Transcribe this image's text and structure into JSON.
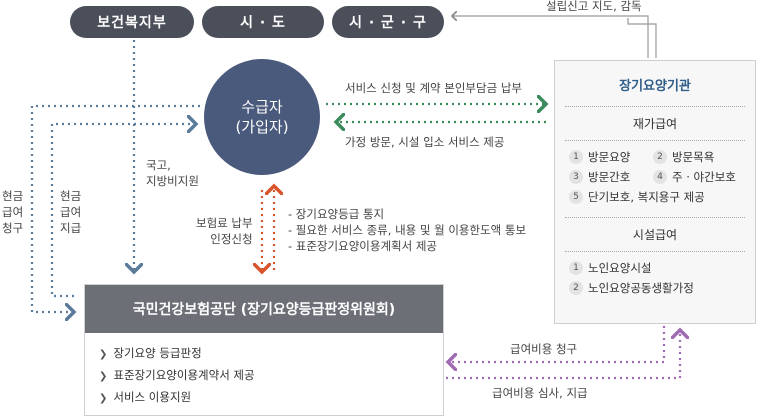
{
  "agencies": [
    "보건복지부",
    "시 · 도",
    "시 · 군 · 구"
  ],
  "beneficiary": {
    "line1": "수급자",
    "line2": "(가입자)"
  },
  "provider": {
    "title": "장기요양기관",
    "home_care_title": "재가급여",
    "home_care_items": [
      {
        "num": "1",
        "label": "방문요양"
      },
      {
        "num": "2",
        "label": "방문목욕"
      },
      {
        "num": "3",
        "label": "방문간호"
      },
      {
        "num": "4",
        "label": "주 · 야간보호"
      },
      {
        "num": "5",
        "label": "단기보호, 복지용구 제공"
      }
    ],
    "facility_title": "시설급여",
    "facility_items": [
      {
        "num": "1",
        "label": "노인요양시설"
      },
      {
        "num": "2",
        "label": "노인요양공동생활가정"
      }
    ]
  },
  "nhis": {
    "title": "국민건강보험공단 (장기요양등급판정위원회)",
    "items": [
      "장기요양 등급판정",
      "표준장기요양이용계약서 제공",
      "서비스 이용지원"
    ]
  },
  "flows": {
    "oversight": "설립신고 지도, 감독",
    "service_request": "서비스 신청 및 계약 본인부담금 납부",
    "service_provide": "가정 방문, 시설 입소 서비스 제공",
    "subsidy": [
      "국고,",
      "지방비지원"
    ],
    "premium": [
      "보험료 납부",
      "인정신청"
    ],
    "notices": [
      "- 장기요양등급 통지",
      "- 필요한 서비스 종류, 내용 및 월 이용한도액 통보",
      "- 표준장기요양이용계획서 제공"
    ],
    "cash_claim": [
      "현금",
      "급여",
      "청구"
    ],
    "cash_pay": [
      "현금",
      "급여",
      "지급"
    ],
    "benefit_claim": "급여비용 청구",
    "benefit_review": "급여비용 심사, 지급"
  },
  "colors": {
    "blue": "#5b7b9a",
    "green": "#3a8a5a",
    "orange": "#d9542c",
    "purple": "#a06ab4",
    "pill": "#4b4f5a",
    "circle": "#4a5a7c"
  }
}
